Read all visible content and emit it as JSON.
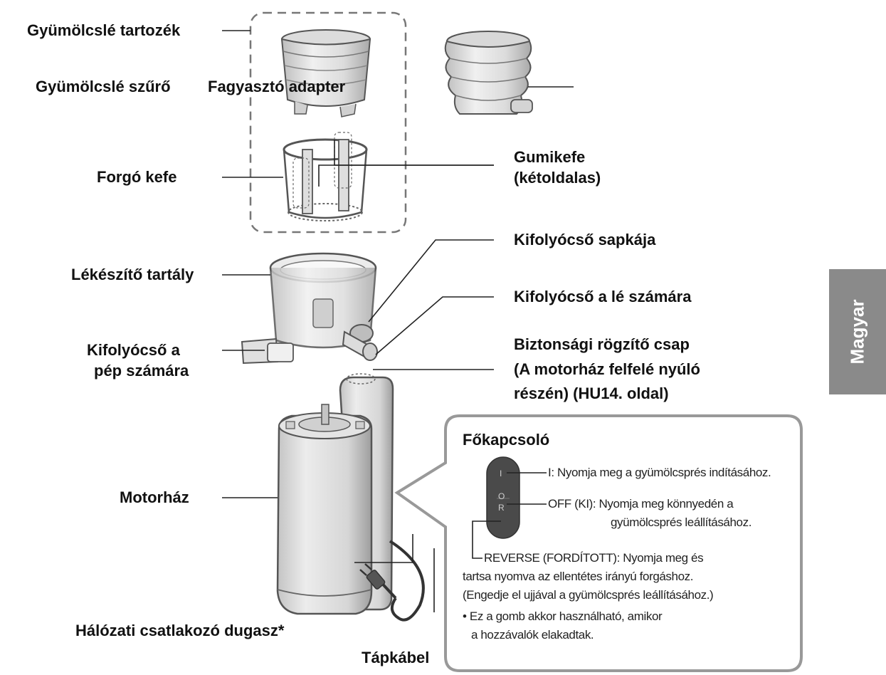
{
  "labels": {
    "juice_attachment": "Gyümölcslé tartozék",
    "juice_strainer": "Gyümölcslé szűrő",
    "freeze_adapter": "Fagyasztó adapter",
    "rotating_brush": "Forgó kefe",
    "rubber_brush_1": "Gumikefe",
    "rubber_brush_2": "(kétoldalas)",
    "spout_cap": "Kifolyócső sapkája",
    "juice_container": "Lékészítő tartály",
    "juice_spout": "Kifolyócső a lé számára",
    "pulp_spout_1": "Kifolyócső a",
    "pulp_spout_2": "pép számára",
    "safety_pin_1": "Biztonsági rögzítő csap",
    "safety_pin_2": "(A motorház felfelé nyúló",
    "safety_pin_3": "részén) (HU14. oldal)",
    "motor_base": "Motorház",
    "plug": "Hálózati csatlakozó dugasz*",
    "power_cord": "Tápkábel"
  },
  "switch_panel": {
    "title": "Főkapcsoló",
    "switch_on_symbol": "I",
    "switch_off_symbol": "O",
    "switch_rev_symbol": "R",
    "on_text": "I: Nyomja meg a gyümölcsprés indításához.",
    "off_text_1": "OFF (KI):  Nyomja meg könnyedén a",
    "off_text_2": "gyümölcsprés leállításához.",
    "reverse_text_1": "REVERSE (FORDÍTOTT): Nyomja meg és",
    "reverse_text_2": "tartsa nyomva az ellentétes irányú forgáshoz.",
    "reverse_text_3": "(Engedje el ujjával a gyümölcsprés leállításához.)",
    "note_1": "• Ez a gomb akkor használható, amikor",
    "note_2": "a hozzávalók elakadtak."
  },
  "side_tab": {
    "text": "Magyar"
  },
  "colors": {
    "outline": "#555555",
    "part_fill": "#e9e9e9",
    "part_shade": "#cfcfcf",
    "switch_fill": "#4a4a4a",
    "tab_fill": "#8a8a8a",
    "dashed_box": "#777777"
  }
}
